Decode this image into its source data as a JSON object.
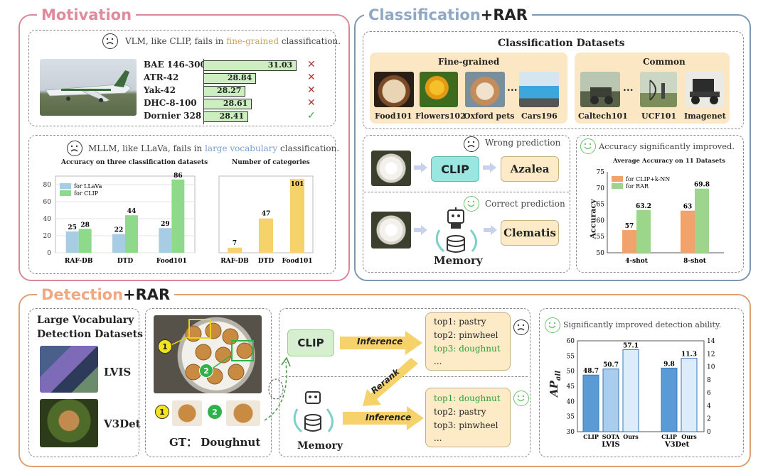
{
  "motivation": {
    "title": "Motivation",
    "vlm_text": "VLM, like CLIP, fails in fine-grained classification.",
    "vlm_highlight": "fine-grained",
    "aircraft": [
      {
        "label": "BAE 146-300",
        "score": "31.03",
        "value": 31.03,
        "mark": "cross"
      },
      {
        "label": "ATR-42",
        "score": "28.84",
        "value": 28.84,
        "mark": "cross"
      },
      {
        "label": "Yak-42",
        "score": "28.27",
        "value": 28.27,
        "mark": "cross"
      },
      {
        "label": "DHC-8-100",
        "score": "28.61",
        "value": 28.61,
        "mark": "cross"
      },
      {
        "label": "Dornier 328",
        "score": "28.41",
        "value": 28.41,
        "mark": "check"
      }
    ],
    "mllm_text": "MLLM, like LLaVa, fails in large vocabulary classification.",
    "mllm_highlight": "large vocabulary",
    "acc_chart": {
      "title": "Accuracy on three classification datasets",
      "legend": [
        "for LLaVa",
        "for CLIP"
      ],
      "yticks": [
        "0",
        "20",
        "40",
        "60",
        "80"
      ],
      "categories": [
        "RAF-DB",
        "DTD",
        "Food101"
      ]
    },
    "cat_chart": {
      "title": "Number of categories",
      "categories": [
        "RAF-DB",
        "DTD",
        "Food101"
      ]
    }
  },
  "classification": {
    "title_a": "Classification",
    "title_b": "+RAR",
    "datasets_title": "Classification Datasets",
    "fine_title": "Fine-grained",
    "common_title": "Common",
    "fine_items": [
      "Food101",
      "Flowers102",
      "Oxford pets",
      "Cars196"
    ],
    "common_items": [
      "Caltech101",
      "UCF101",
      "Imagenet"
    ],
    "ellipsis": "...",
    "wrong_text": "Wrong prediction",
    "correct_text": "Correct prediction",
    "clip_label": "CLIP",
    "azalea": "Azalea",
    "clematis": "Clematis",
    "memory": "Memory",
    "improved_text": "Accuracy significantly improved.",
    "avg_chart": {
      "title": "Average Accuracy on 11 Datasets",
      "legend": [
        "for CLIP+k-NN",
        "for RAR"
      ],
      "ylabel": "Accuracy",
      "yticks": [
        "50",
        "55",
        "60",
        "65",
        "70",
        "75"
      ],
      "categories": [
        "4-shot",
        "8-shot"
      ]
    }
  },
  "detection": {
    "title_a": "Detection",
    "title_b": "+RAR",
    "datasets_title_1": "Large Vocabulary",
    "datasets_title_2": "Detection Datasets",
    "lvis": "LVIS",
    "v3det": "V3Det",
    "gt": "GT： Doughnut",
    "badge1": "1",
    "badge2": "2",
    "clip_label": "CLIP",
    "inference": "Inference",
    "rerank": "Rerank",
    "memory": "Memory",
    "top_list_a": [
      "top1: pastry",
      "top2: pinwheel",
      "top3: doughnut",
      "..."
    ],
    "top_list_b": [
      "top1: doughnut",
      "top2: pastry",
      "top3: pinwheel",
      "..."
    ],
    "improved_text": "Significantly improved detection ability.",
    "ap_chart": {
      "ylabel": "AP",
      "ylabel_sub": "all",
      "left_ticks": [
        "30",
        "35",
        "40",
        "45",
        "50",
        "55",
        "60"
      ],
      "right_ticks": [
        "0",
        "2",
        "4",
        "6",
        "8",
        "10",
        "12",
        "14"
      ],
      "group_labels": [
        "LVIS",
        "V3Det"
      ]
    }
  },
  "colors": {
    "motivation": "#d98a98",
    "classification": "#7f97b3",
    "detection": "#e0a070",
    "llava": "#a7cde4",
    "clip": "#8fd98a",
    "cats": "#f6d36a",
    "knn": "#f2a36b",
    "rar": "#9cd68a",
    "blue_bar": "#5b9bd5",
    "light_blue_bar": "#dcecfa",
    "green": "#2e9e3c"
  },
  "chart_data": [
    {
      "type": "bar",
      "title": "Accuracy on three classification datasets",
      "categories": [
        "RAF-DB",
        "DTD",
        "Food101"
      ],
      "series": [
        {
          "name": "for LLaVa",
          "values": [
            25,
            22,
            29
          ]
        },
        {
          "name": "for CLIP",
          "values": [
            28,
            44,
            86
          ]
        }
      ],
      "ylim": [
        0,
        90
      ]
    },
    {
      "type": "bar",
      "title": "Number of categories",
      "categories": [
        "RAF-DB",
        "DTD",
        "Food101"
      ],
      "values": [
        7,
        47,
        101
      ],
      "ylim": [
        0,
        105
      ]
    },
    {
      "type": "bar",
      "title": "Average Accuracy on 11 Datasets",
      "ylabel": "Accuracy",
      "categories": [
        "4-shot",
        "8-shot"
      ],
      "series": [
        {
          "name": "for CLIP+k-NN",
          "values": [
            57,
            63
          ]
        },
        {
          "name": "for RAR",
          "values": [
            63.2,
            69.8
          ]
        }
      ],
      "ylim": [
        50,
        75
      ]
    },
    {
      "type": "bar",
      "ylabel": "AP_all",
      "groups": [
        {
          "name": "LVIS",
          "categories": [
            "CLIP",
            "SOTA",
            "Ours"
          ],
          "values": [
            48.7,
            50.7,
            57.1
          ],
          "axis": "left",
          "ylim": [
            30,
            60
          ]
        },
        {
          "name": "V3Det",
          "categories": [
            "CLIP",
            "Ours"
          ],
          "values": [
            9.8,
            11.3
          ],
          "axis": "right",
          "ylim": [
            0,
            14
          ]
        }
      ]
    }
  ]
}
